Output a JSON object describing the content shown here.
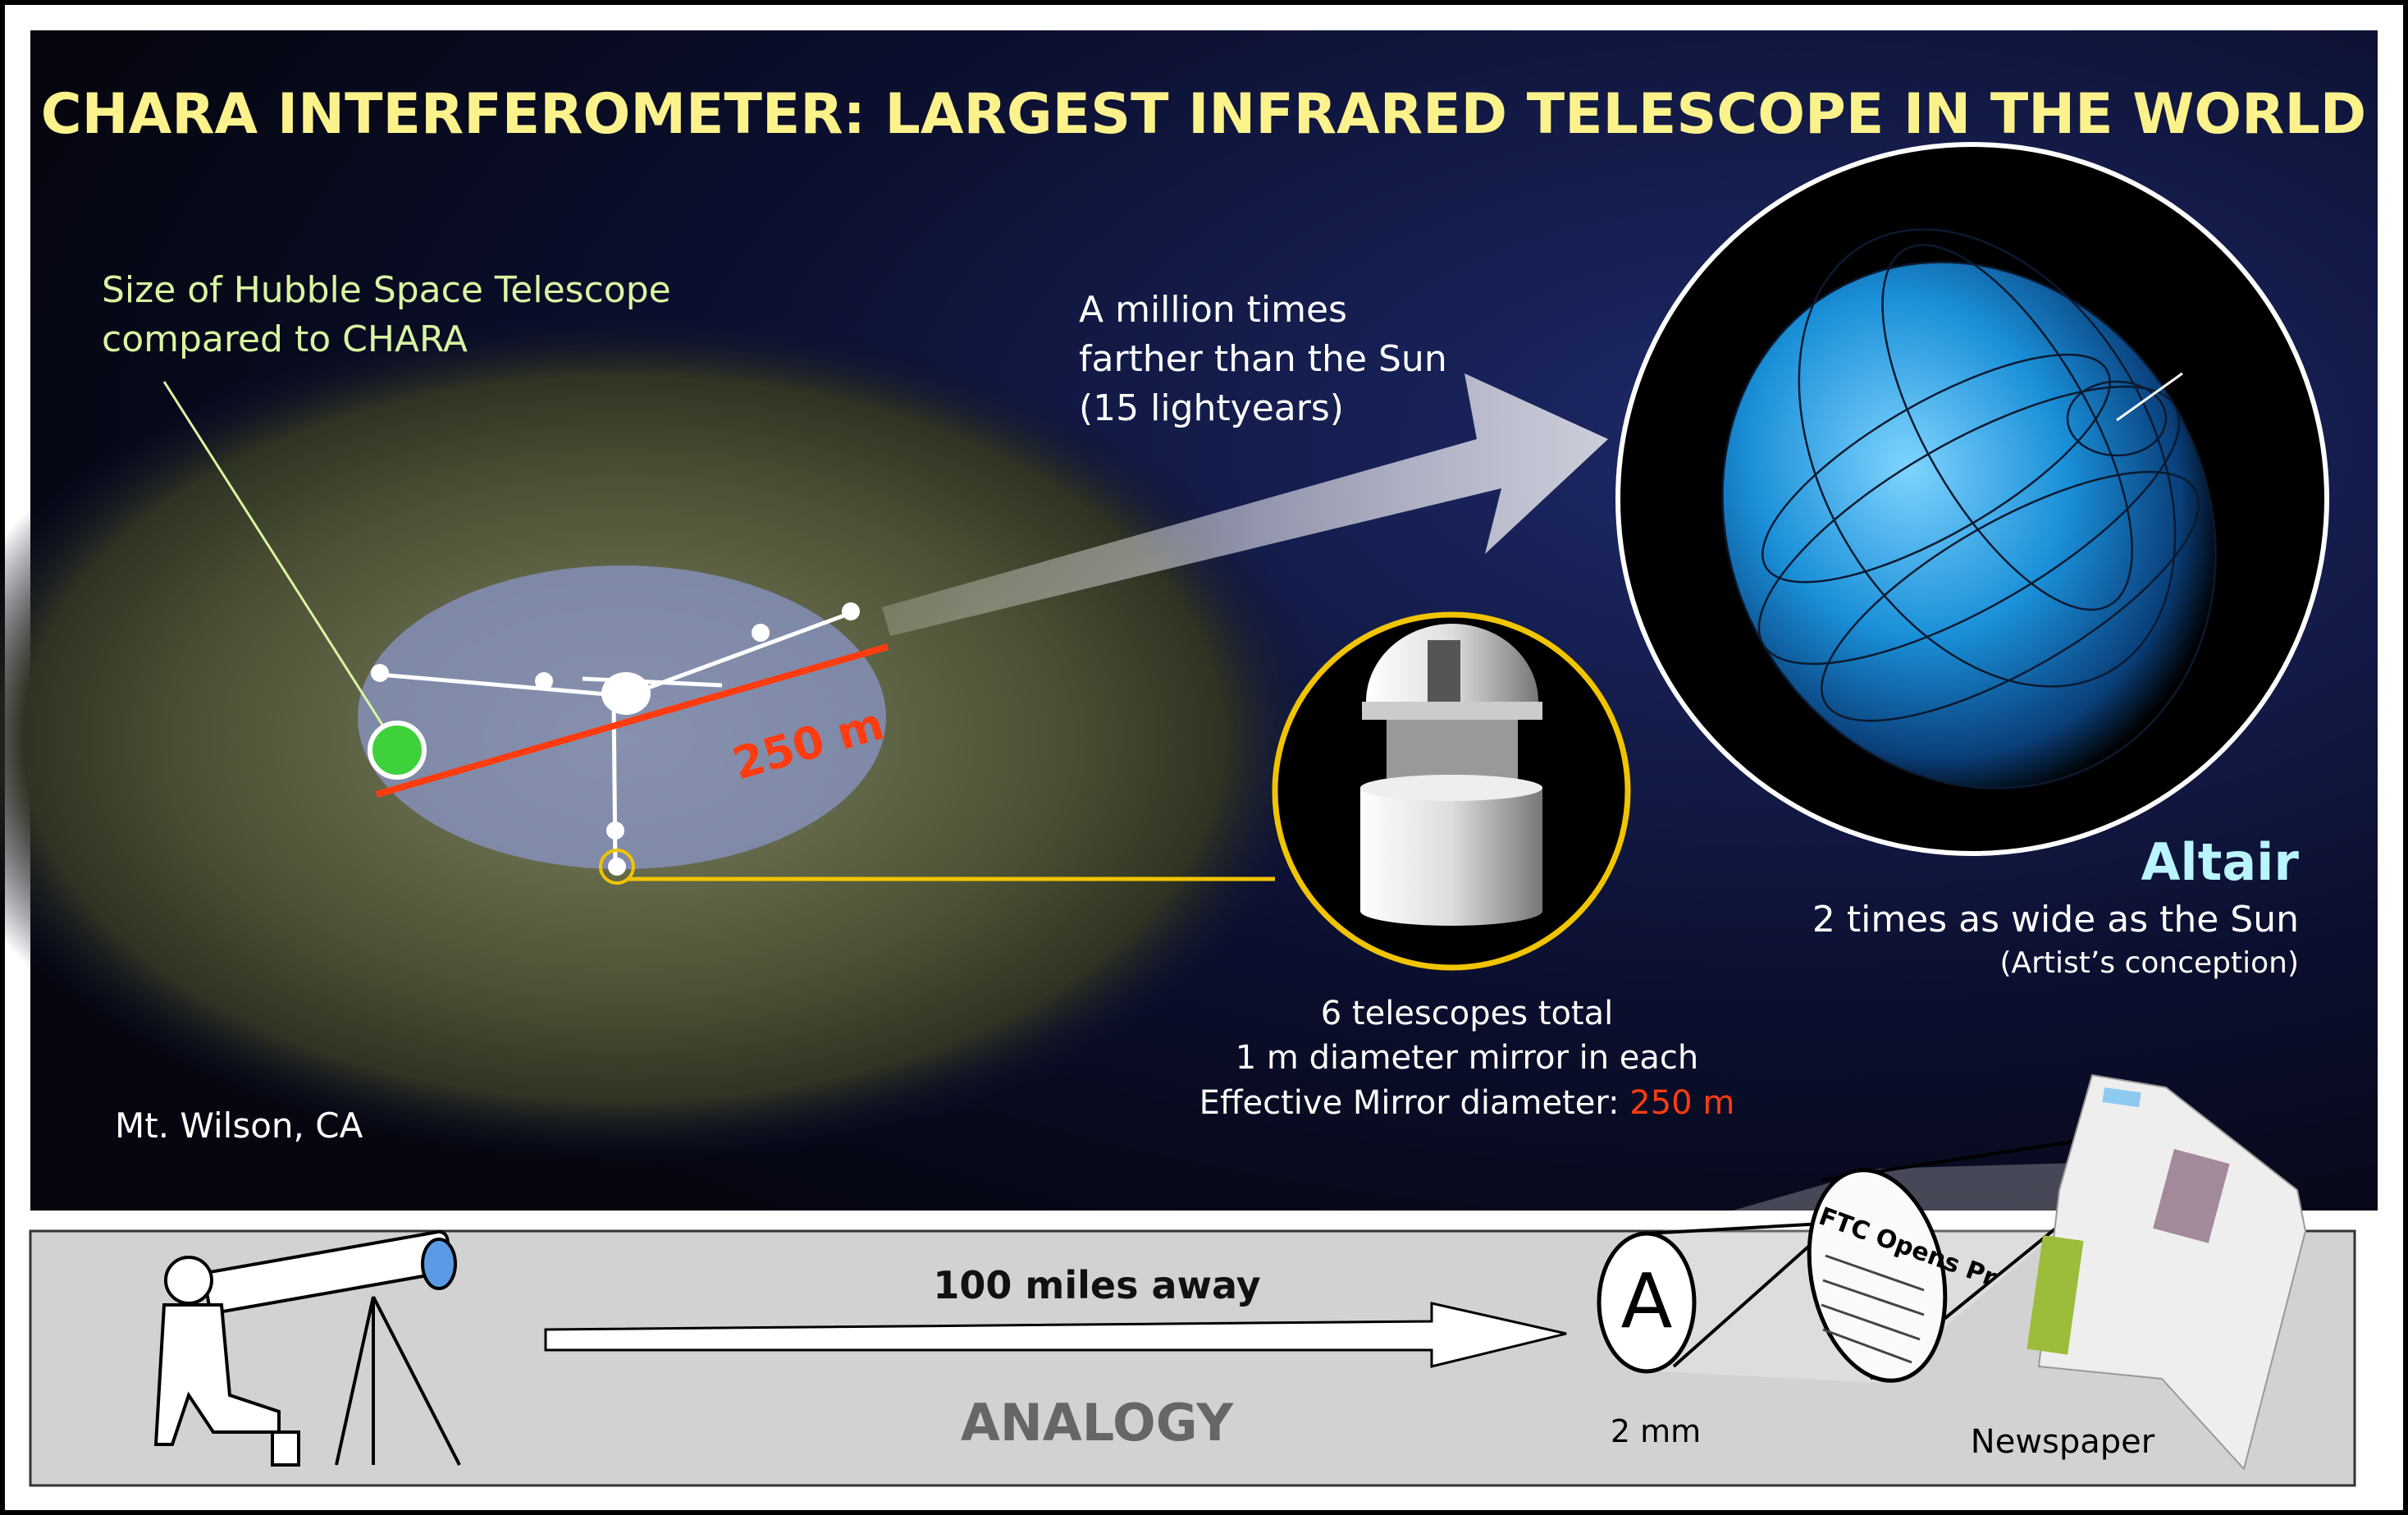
{
  "title": "CHARA INTERFEROMETER: LARGEST INFRARED TELESCOPE IN THE WORLD",
  "hubble_note": {
    "line1": "Size of Hubble Space Telescope",
    "line2": "compared to CHARA"
  },
  "distance_note": {
    "line1": "A million times",
    "line2": "farther than the Sun",
    "line3": "(15 lightyears)"
  },
  "baseline_label": "250 m",
  "location": "Mt. Wilson, CA",
  "telescope_info": {
    "line1": "6 telescopes total",
    "line2": "1 m diameter mirror in each",
    "line3_prefix": "Effective Mirror diameter: ",
    "line3_value": "250 m"
  },
  "star": {
    "name": "Altair",
    "size_note": "2  times as wide as the Sun",
    "caption": "(Artist’s conception)"
  },
  "analogy": {
    "label": "ANALOGY",
    "distance": "100 miles away",
    "letter": "A",
    "letter_size": "2 mm",
    "object": "Newspaper",
    "headline": "FTC Opens Pr"
  },
  "colors": {
    "title": "#fbf28c",
    "hubble": "#d9f5a2",
    "accent_red": "#ff3c10",
    "star_name": "#b9f4ff",
    "yellow": "#f0c400"
  }
}
